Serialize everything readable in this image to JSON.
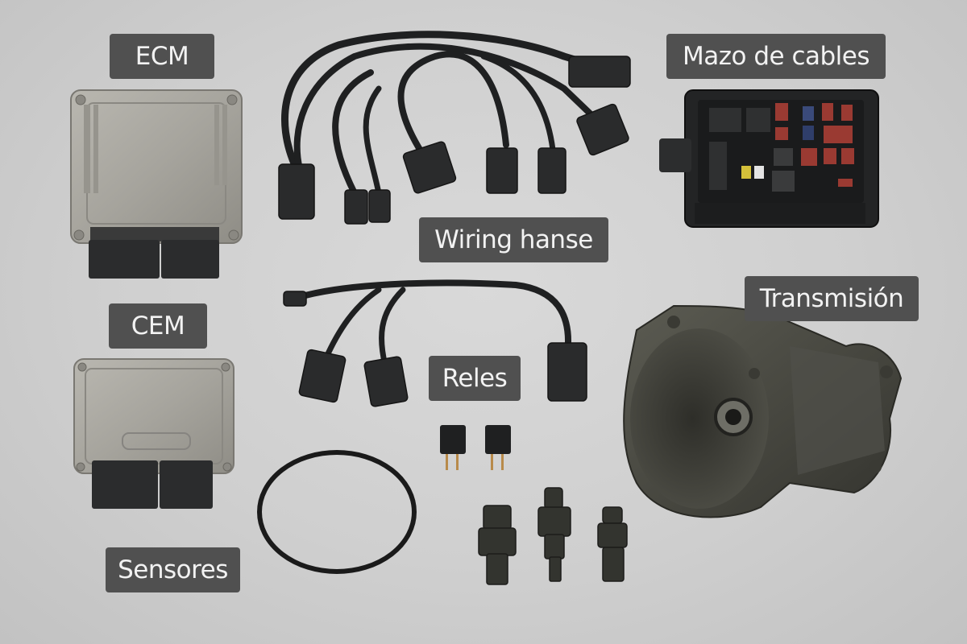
{
  "labels": {
    "ecm": "ECM",
    "cem": "CEM",
    "sensors": "Sensores",
    "wiring_harness": "Wiring hanse",
    "cable_harness": "Mazo de cables",
    "relays": "Reles",
    "transmission": "Transmisión"
  },
  "colors": {
    "background": "#d2d2d2",
    "label_bg": "#505050",
    "label_text": "#f2f2f2",
    "metal": "#a9a7a0",
    "plastic": "#2a2b2c",
    "transmission": "#4a4a43"
  }
}
